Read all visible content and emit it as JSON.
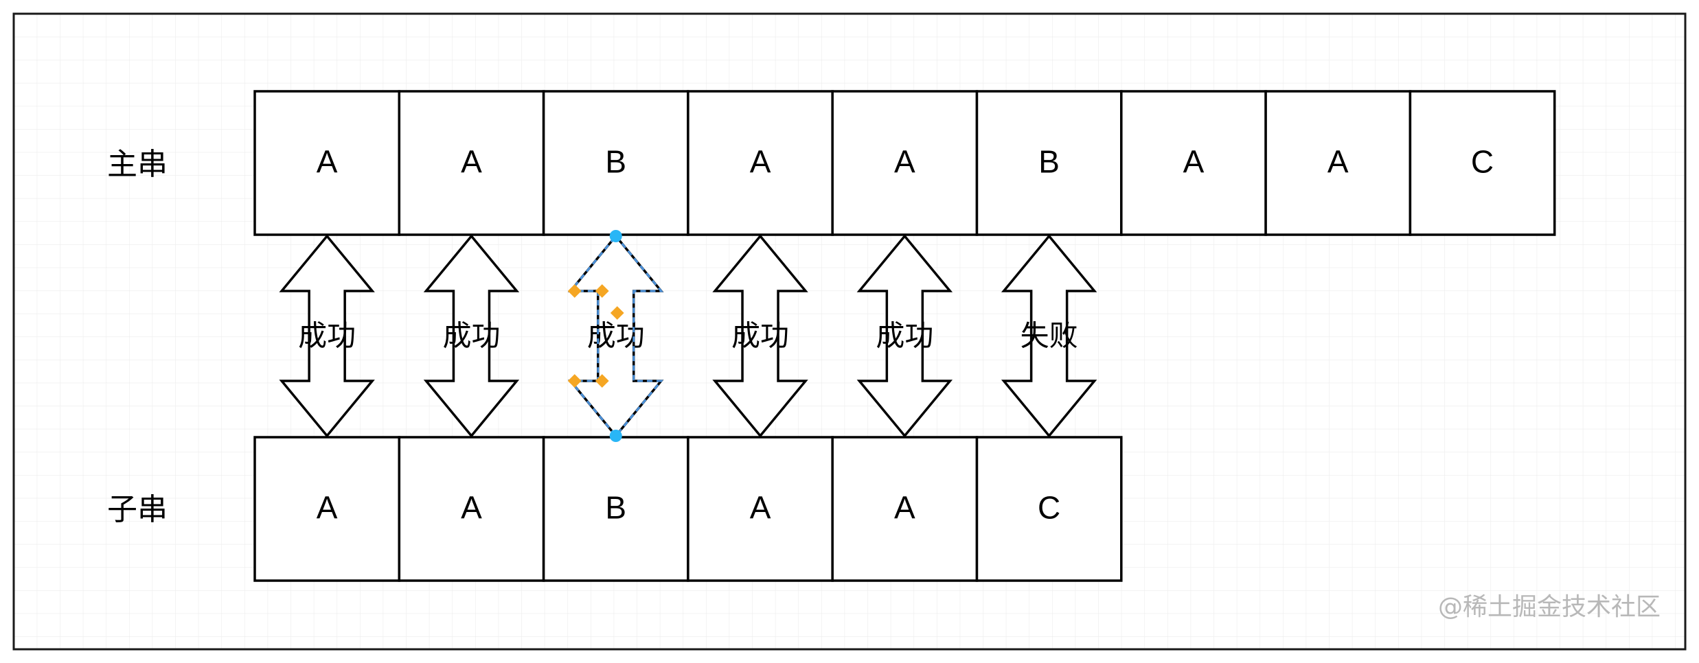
{
  "main_label": "主串",
  "sub_label": "子串",
  "main_string": [
    "A",
    "A",
    "B",
    "A",
    "A",
    "B",
    "A",
    "A",
    "C"
  ],
  "sub_string": [
    "A",
    "A",
    "B",
    "A",
    "A",
    "C"
  ],
  "comparisons": [
    "成功",
    "成功",
    "成功",
    "成功",
    "成功",
    "失败"
  ],
  "watermark": "@稀土掘金技术社区",
  "colors": {
    "stroke": "#000000",
    "grid": "#ececec",
    "selection_handle": "#29b6f6",
    "selection_outline": "#4a90d9",
    "control_point": "#f5a623",
    "frame": "#1a1a1a"
  }
}
